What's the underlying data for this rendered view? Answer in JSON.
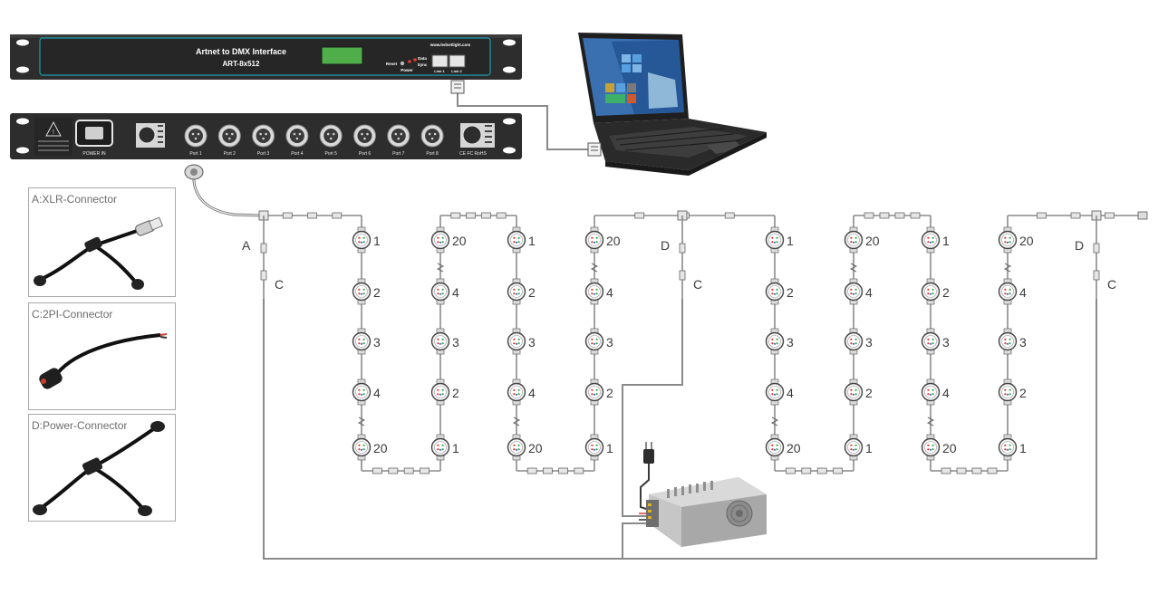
{
  "device": {
    "title": "Artnet to DMX Interface",
    "model": "ART-8x512",
    "website": "www.ledsetlight.com",
    "reset_label": "Reset",
    "power_label": "Power",
    "data_label": "Data",
    "sync_label": "Sync",
    "link1_label": "Link 1",
    "link2_label": "Link 2",
    "power_in_label": "POWER IN",
    "cert_label": "CE FC RoHS",
    "ports": [
      "Port 1",
      "Port 2",
      "Port 3",
      "Port 4",
      "Port 5",
      "Port 6",
      "Port 7",
      "Port 8"
    ]
  },
  "legend": {
    "xlr": "A:XLR-Connector",
    "twopin": "C:2PI-Connector",
    "power": "D:Power-Connector"
  },
  "connectors": {
    "a": "A",
    "c": "C",
    "d": "D"
  },
  "chain_labels": {
    "down": [
      "1",
      "2",
      "3",
      "4",
      "20"
    ],
    "up": [
      "20",
      "4",
      "3",
      "2",
      "1"
    ]
  },
  "colors": {
    "rack": "#2d2d2d",
    "rack_border": "#1c9dae",
    "lcd": "#4fae49",
    "wire": "#8a8a8a"
  }
}
